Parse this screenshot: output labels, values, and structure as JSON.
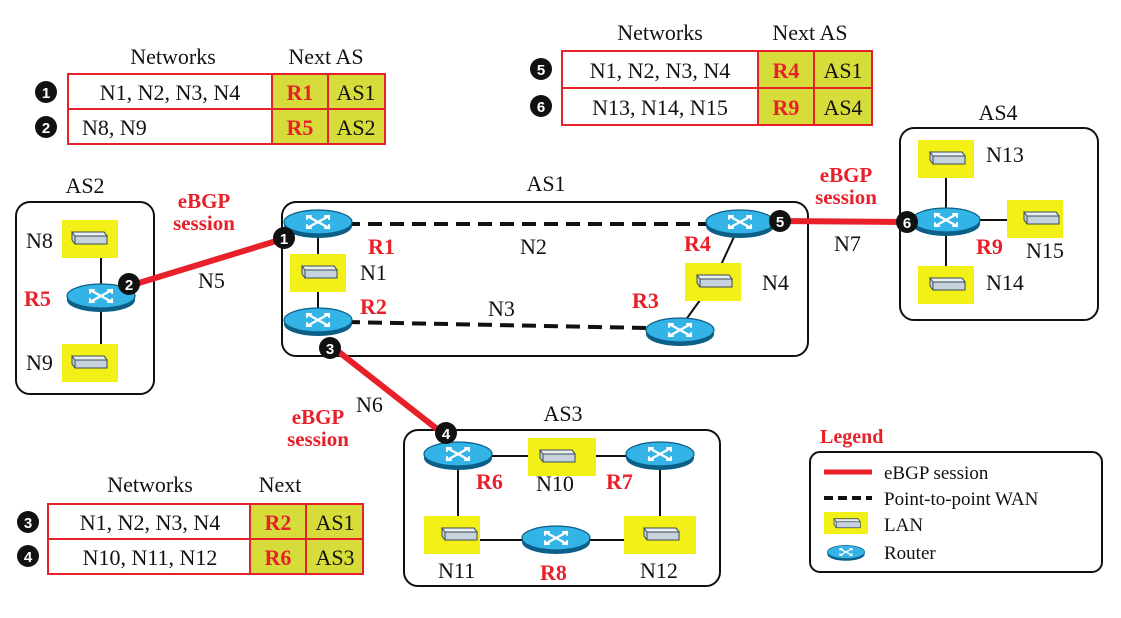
{
  "colors": {
    "ebgp_line": "#e8202a",
    "label_red": "#e8202a",
    "highlight": "#f3f018",
    "router_fill": "#33b3e6",
    "table_cell_highlight": "#d6dc3a",
    "table_border": "#e8202a"
  },
  "icons": {
    "router": "router-icon",
    "lan": "lan-icon",
    "step_marker": "numbered-circle-icon"
  },
  "tables": [
    {
      "id": "t1",
      "header": {
        "networks": "Networks",
        "next": "Next AS"
      },
      "rows": [
        {
          "marker": "1",
          "networks": "N1, N2, N3, N4",
          "router": "R1",
          "as": "AS1"
        },
        {
          "marker": "2",
          "networks": "N8, N9",
          "router": "R5",
          "as": "AS2"
        }
      ]
    },
    {
      "id": "t2",
      "header": {
        "networks": "Networks",
        "next": "Next AS"
      },
      "rows": [
        {
          "marker": "5",
          "networks": "N1, N2, N3, N4",
          "router": "R4",
          "as": "AS1"
        },
        {
          "marker": "6",
          "networks": "N13, N14, N15",
          "router": "R9",
          "as": "AS4"
        }
      ]
    },
    {
      "id": "t3",
      "header": {
        "networks": "Networks",
        "next": "Next"
      },
      "rows": [
        {
          "marker": "3",
          "networks": "N1, N2, N3, N4",
          "router": "R2",
          "as": "AS1"
        },
        {
          "marker": "4",
          "networks": "N10, N11, N12",
          "router": "R6",
          "as": "AS3"
        }
      ]
    }
  ],
  "as_labels": {
    "as1": "AS1",
    "as2": "AS2",
    "as3": "AS3",
    "as4": "AS4"
  },
  "routers": {
    "r1": "R1",
    "r2": "R2",
    "r3": "R3",
    "r4": "R4",
    "r5": "R5",
    "r6": "R6",
    "r7": "R7",
    "r8": "R8",
    "r9": "R9"
  },
  "networks": {
    "n1": "N1",
    "n2": "N2",
    "n3": "N3",
    "n4": "N4",
    "n5": "N5",
    "n6": "N6",
    "n7": "N7",
    "n8": "N8",
    "n9": "N9",
    "n10": "N10",
    "n11": "N11",
    "n12": "N12",
    "n13": "N13",
    "n14": "N14",
    "n15": "N15"
  },
  "ebgp_labels": {
    "a_line1": "eBGP",
    "a_line2": "session",
    "b_line1": "eBGP",
    "b_line2": "session",
    "c_line1": "eBGP",
    "c_line2": "session"
  },
  "markers": {
    "m1": "1",
    "m2": "2",
    "m3": "3",
    "m4": "4",
    "m5": "5",
    "m6": "6"
  },
  "legend": {
    "title": "Legend",
    "items": [
      {
        "icon": "ebgp-line",
        "label": "eBGP session"
      },
      {
        "icon": "dashed-line",
        "label": "Point-to-point WAN"
      },
      {
        "icon": "lan-icon",
        "label": "LAN"
      },
      {
        "icon": "router-icon",
        "label": "Router"
      }
    ]
  }
}
